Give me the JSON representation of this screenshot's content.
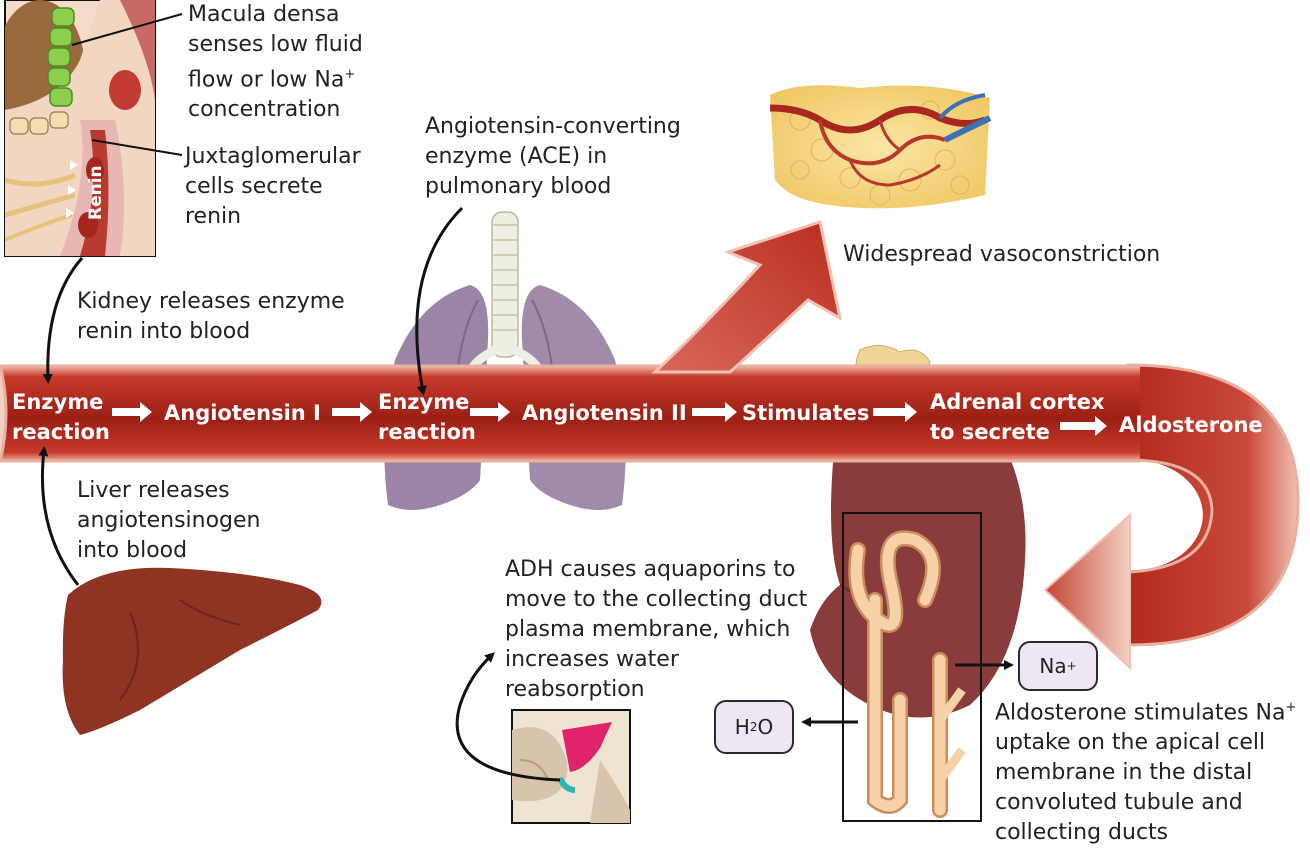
{
  "inset_renin_label": "Renin",
  "labels": {
    "macula_densa": [
      "Macula densa",
      "senses low fluid",
      "flow or low Na",
      "concentration"
    ],
    "juxtaglomerular": [
      "Juxtaglomerular",
      "cells secrete",
      "renin"
    ],
    "kidney_releases": [
      "Kidney releases enzyme",
      "renin into blood"
    ],
    "liver_releases": [
      "Liver releases",
      "angiotensinogen",
      "into blood"
    ],
    "ace": [
      "Angiotensin-converting",
      "enzyme (ACE) in",
      "pulmonary blood"
    ],
    "vasoconstriction": "Widespread vasoconstriction",
    "adh": [
      "ADH causes aquaporins to",
      "move to the collecting duct",
      "plasma membrane, which",
      "increases water",
      "reabsorption"
    ],
    "aldosterone_stimulates": [
      "Aldosterone stimulates Na",
      "uptake on the apical cell",
      "membrane in the distal",
      "convoluted tubule and",
      "collecting ducts"
    ],
    "superscript_plus": "+"
  },
  "flow": {
    "enzyme_reaction_1": [
      "Enzyme",
      "reaction"
    ],
    "angiotensin_1": "Angiotensin I",
    "enzyme_reaction_2": [
      "Enzyme",
      "reaction"
    ],
    "angiotensin_2": "Angiotensin II",
    "stimulates": "Stimulates",
    "adrenal_cortex": [
      "Adrenal cortex",
      "to secrete"
    ],
    "aldosterone": "Aldosterone"
  },
  "ions": {
    "na": "Na",
    "na_sup": "+",
    "h2o_h": "H",
    "h2o_sub": "2",
    "h2o_o": "O"
  },
  "colors": {
    "vessel_dark": "#8e1a12",
    "vessel_mid": "#c93a2a",
    "vessel_light": "#f1c0b0",
    "lung": "#9b84a6",
    "liver": "#8f3322",
    "kidney": "#8a3b3c",
    "tubule": "#f3c79a",
    "ion_box": "#efe6f3"
  }
}
